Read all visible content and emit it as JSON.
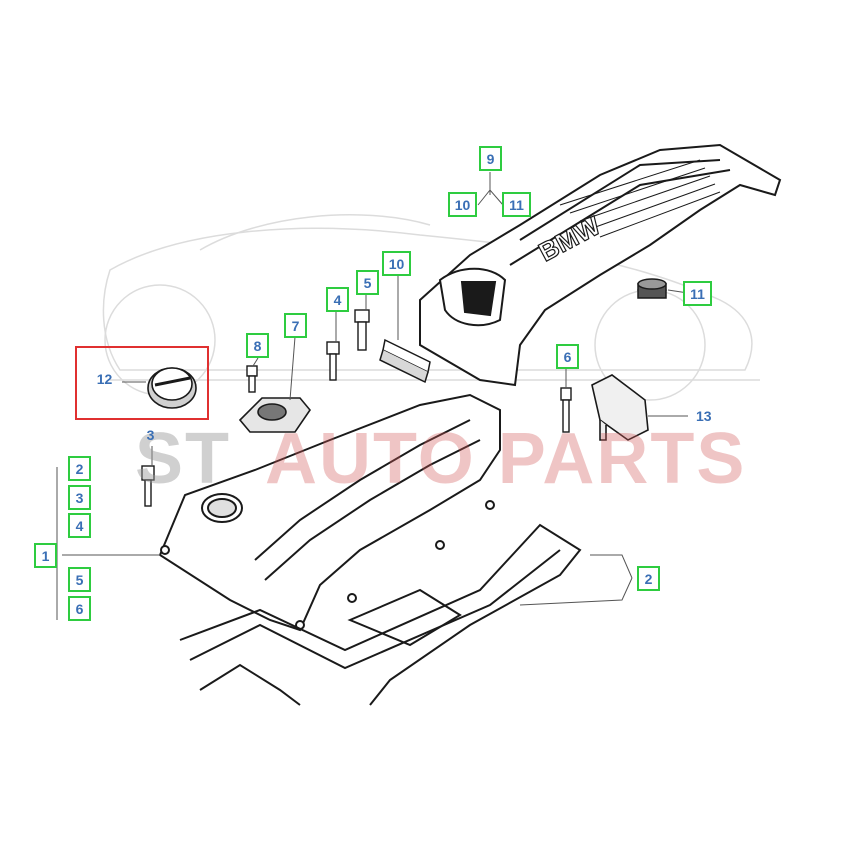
{
  "watermark": {
    "prefix": "ST",
    "main": "AUTO PARTS"
  },
  "cover_logo": "BMW",
  "callouts": {
    "c1": "1",
    "c2a": "2",
    "c3a": "3",
    "c4a": "4",
    "c5a": "5",
    "c6a": "6",
    "c2b": "2",
    "c3b": "3",
    "c4b": "4",
    "c5b": "5",
    "c6b": "6",
    "c7": "7",
    "c8": "8",
    "c9": "9",
    "c10a": "10",
    "c11a": "11",
    "c10b": "10",
    "c11b": "11",
    "c12": "12",
    "c13": "13"
  },
  "colors": {
    "callout_border": "#2ecc40",
    "callout_text": "#3a6fb5",
    "highlight": "#e03030"
  }
}
